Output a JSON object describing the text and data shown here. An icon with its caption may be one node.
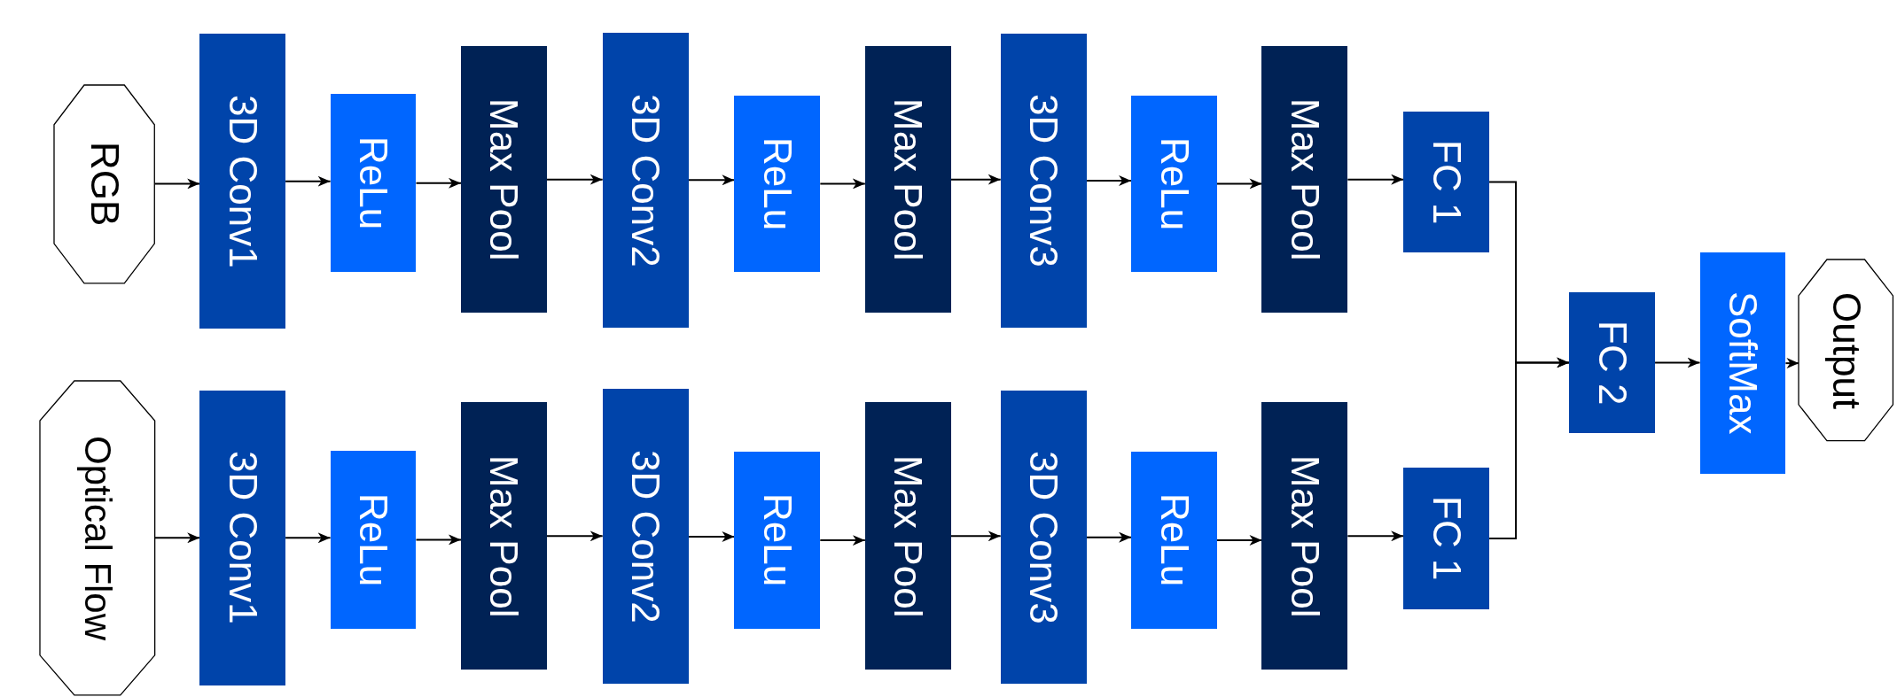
{
  "diagram": {
    "nodes": [
      {
        "text": [
          "RGB"
        ]
      },
      {
        "text": [
          "3D Conv1"
        ]
      },
      {
        "text": [
          "ReLu"
        ]
      },
      {
        "text": [
          "Max Pool"
        ]
      },
      {
        "text": [
          "3D Conv2"
        ]
      },
      {
        "text": [
          "ReLu"
        ]
      },
      {
        "text": [
          "Max Pool"
        ]
      },
      {
        "text": [
          "3D Conv3"
        ]
      },
      {
        "text": [
          "ReLu"
        ]
      },
      {
        "text": [
          "Max Pool"
        ]
      },
      {
        "text": [
          "FC 1"
        ]
      },
      {
        "text": [
          "Optical Flow"
        ]
      },
      {
        "text": [
          "3D Conv1"
        ]
      },
      {
        "text": [
          "ReLu"
        ]
      },
      {
        "text": [
          "Max Pool"
        ]
      },
      {
        "text": [
          "3D Conv2"
        ]
      },
      {
        "text": [
          "ReLu"
        ]
      },
      {
        "text": [
          "Max Pool"
        ]
      },
      {
        "text": [
          "3D Conv3"
        ]
      },
      {
        "text": [
          "ReLu"
        ]
      },
      {
        "text": [
          "Max Pool"
        ]
      },
      {
        "text": [
          "FC 1"
        ]
      },
      {
        "text": [
          "FC 2"
        ]
      },
      {
        "text": [
          "SoftMax"
        ]
      },
      {
        "text": [
          "Output"
        ]
      }
    ],
    "edges": [
      {
        "from": 0,
        "to": 1,
        "arrow": "to"
      },
      {
        "from": 1,
        "to": 2,
        "arrow": "to"
      },
      {
        "from": 2,
        "to": 3,
        "arrow": "to"
      },
      {
        "from": 3,
        "to": 4,
        "arrow": "to"
      },
      {
        "from": 4,
        "to": 5,
        "arrow": "to"
      },
      {
        "from": 5,
        "to": 6,
        "arrow": "to"
      },
      {
        "from": 6,
        "to": 7,
        "arrow": "to"
      },
      {
        "from": 7,
        "to": 8,
        "arrow": "to"
      },
      {
        "from": 8,
        "to": 9,
        "arrow": "to"
      },
      {
        "from": 9,
        "to": 10,
        "arrow": "to"
      },
      {
        "from": 11,
        "to": 12,
        "arrow": "to"
      },
      {
        "from": 12,
        "to": 13,
        "arrow": "to"
      },
      {
        "from": 13,
        "to": 14,
        "arrow": "to"
      },
      {
        "from": 14,
        "to": 15,
        "arrow": "to"
      },
      {
        "from": 15,
        "to": 16,
        "arrow": "to"
      },
      {
        "from": 16,
        "to": 17,
        "arrow": "to"
      },
      {
        "from": 17,
        "to": 18,
        "arrow": "to"
      },
      {
        "from": 18,
        "to": 19,
        "arrow": "to"
      },
      {
        "from": 19,
        "to": 20,
        "arrow": "to"
      },
      {
        "from": 20,
        "to": 21,
        "arrow": "to"
      },
      {
        "from": 10,
        "to": 22,
        "arrow": "to"
      },
      {
        "from": 21,
        "to": 22,
        "arrow": "to"
      },
      {
        "from": 22,
        "to": 23,
        "arrow": "to"
      },
      {
        "from": 23,
        "to": 24,
        "arrow": "to"
      }
    ]
  }
}
